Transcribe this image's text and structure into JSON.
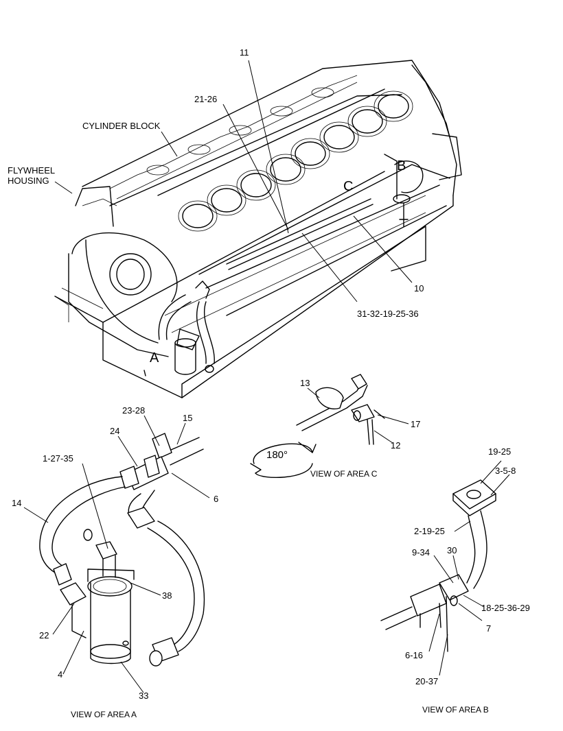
{
  "labels": {
    "part_11": "11",
    "part_21_26": "21-26",
    "cylinder_block": "CYLINDER BLOCK",
    "flywheel_line1": "FLYWHEEL",
    "flywheel_line2": "HOUSING",
    "area_b": "B",
    "area_c": "C",
    "area_a": "A",
    "part_10": "10",
    "part_31_32_19_25_36": "31-32-19-25-36",
    "part_13": "13",
    "part_17": "17",
    "part_12": "12",
    "rotation": "180°",
    "view_area_c": "VIEW OF AREA  C",
    "part_23_28": "23-28",
    "part_15": "15",
    "part_24": "24",
    "part_1_27_35": "1-27-35",
    "part_14": "14",
    "part_6_a": "6",
    "part_38": "38",
    "part_22": "22",
    "part_4": "4",
    "part_33": "33",
    "view_area_a": "VIEW OF AREA  A",
    "part_19_25": "19-25",
    "part_3_5_8": "3-5-8",
    "part_2_19_25": "2-19-25",
    "part_9_34": "9-34",
    "part_30": "30",
    "part_18_25_36_29": "18-25-36-29",
    "part_7": "7",
    "part_6_16": "6-16",
    "part_20_37": "20-37",
    "view_area_b": "VIEW OF AREA  B"
  }
}
